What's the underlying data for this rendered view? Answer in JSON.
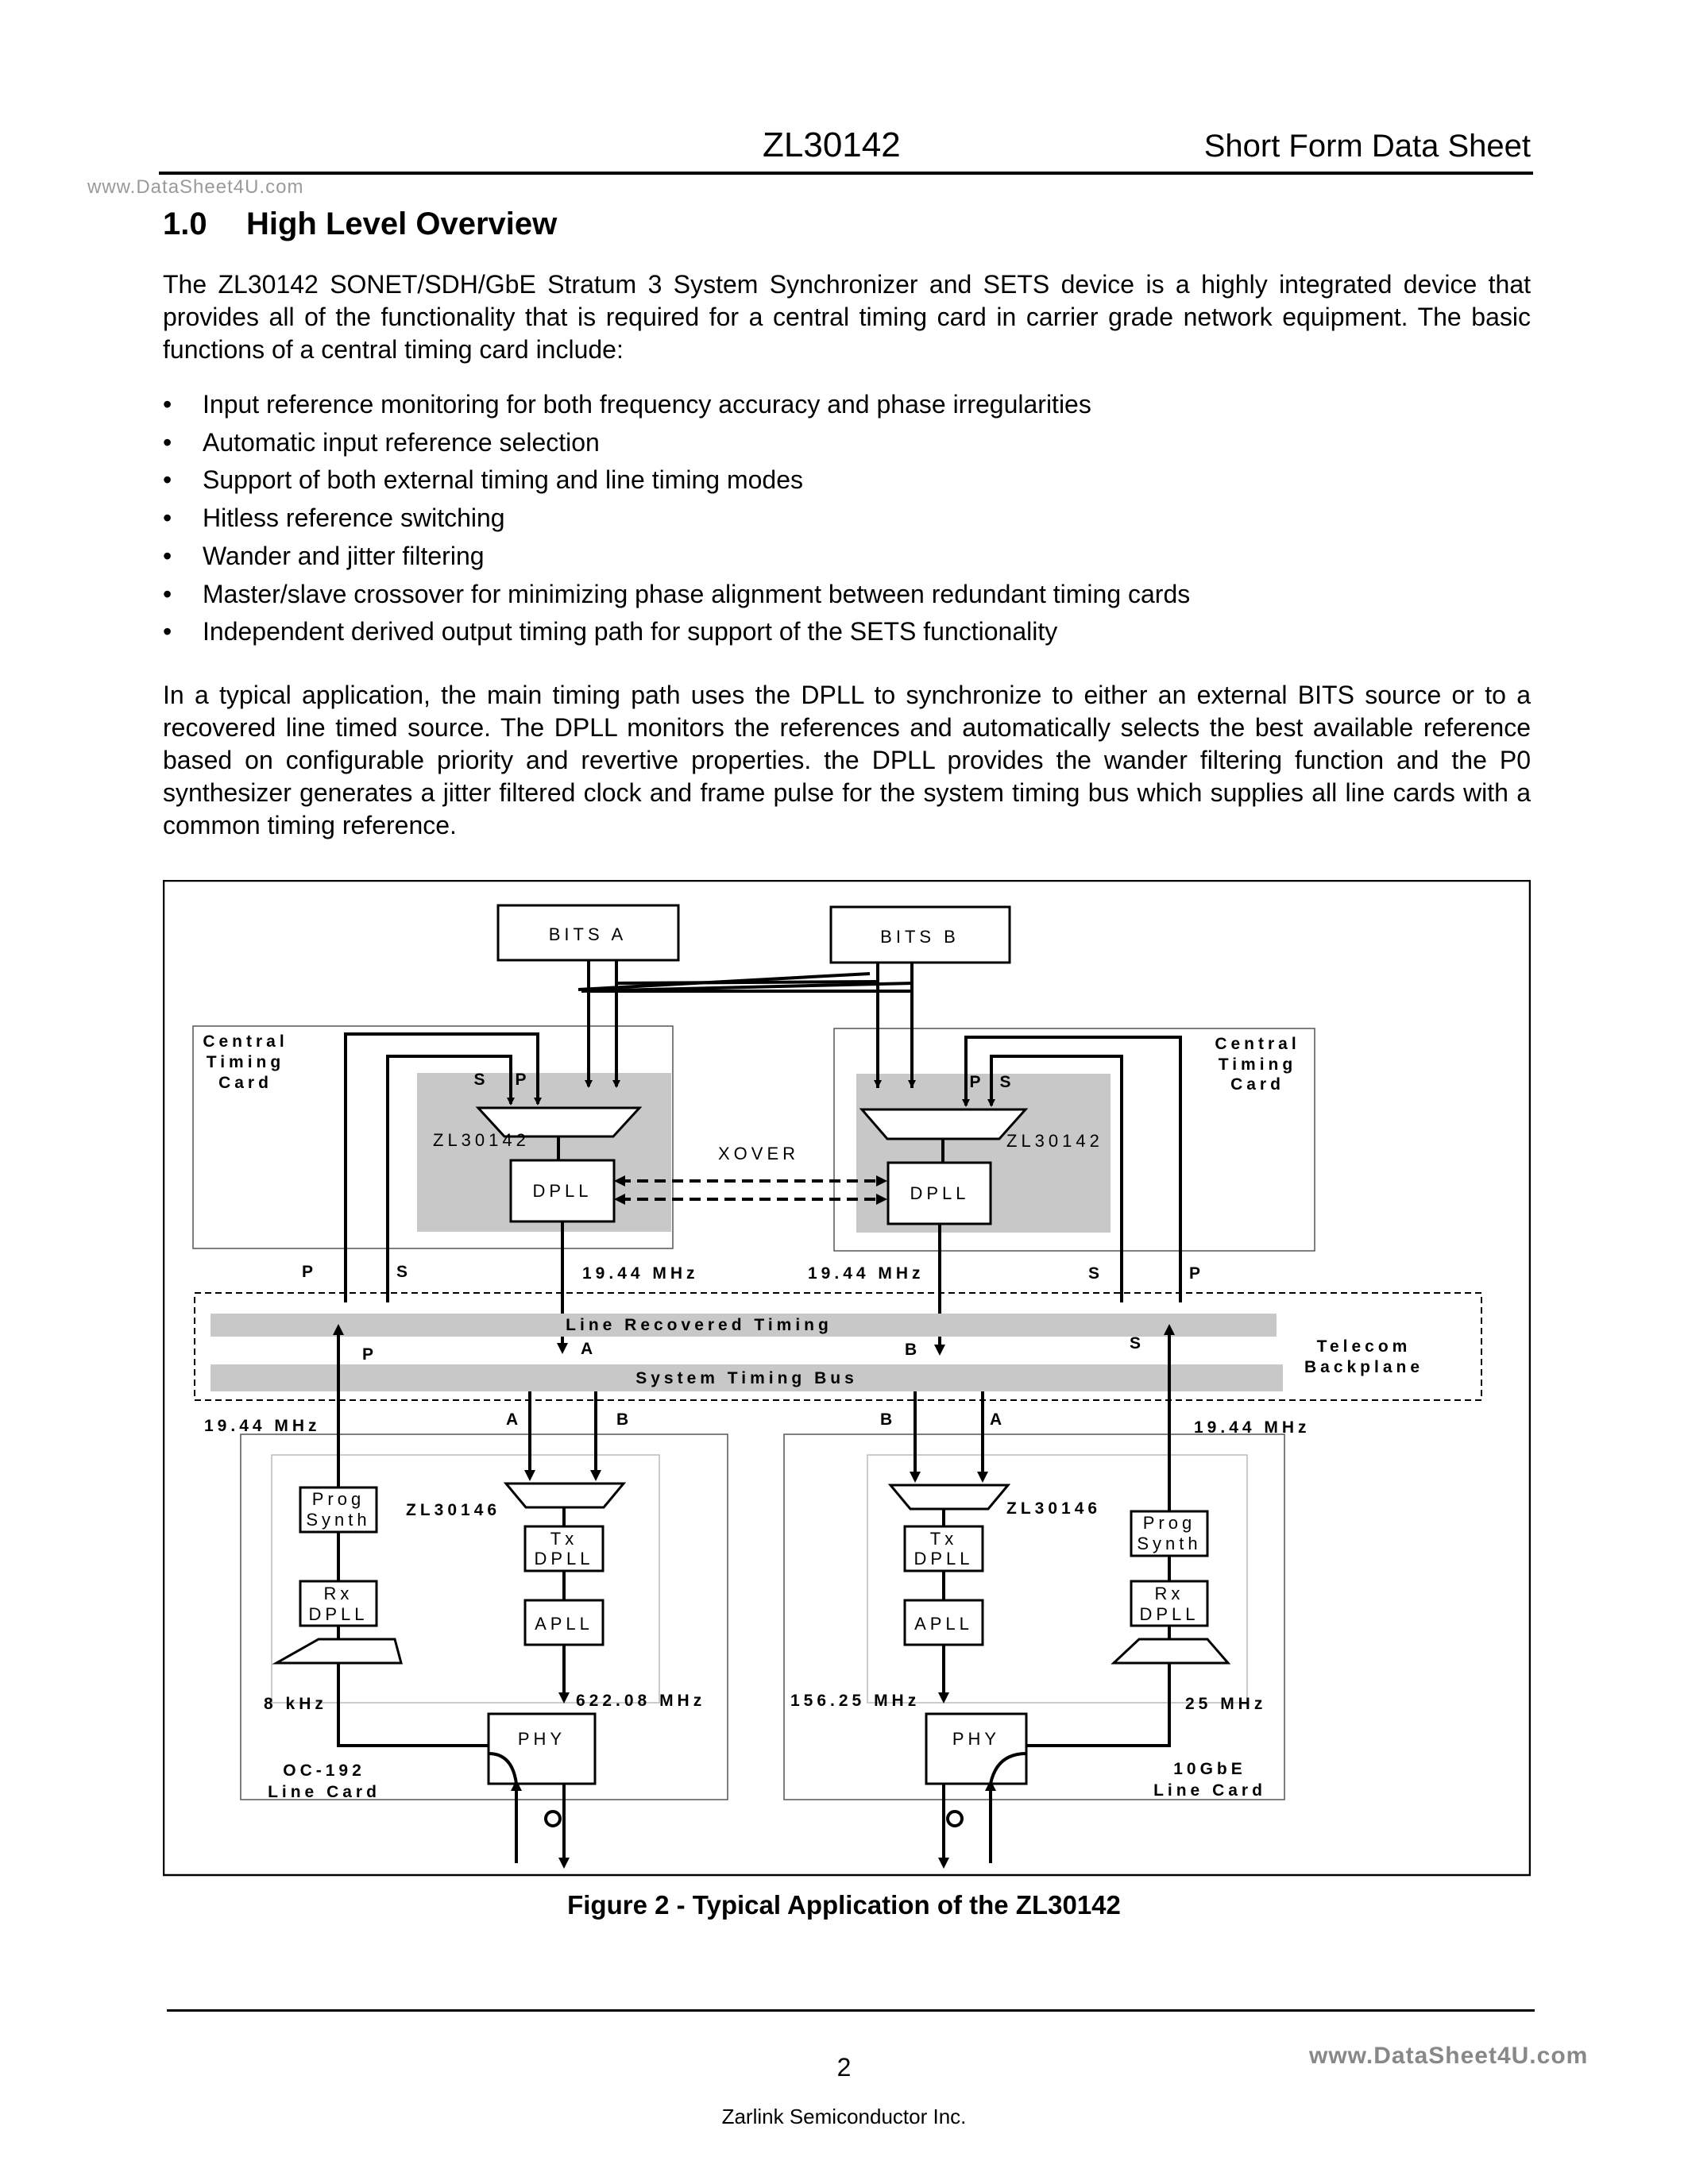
{
  "header": {
    "part_number": "ZL30142",
    "doc_type": "Short Form Data Sheet",
    "watermark": "www.DataSheet4U.com"
  },
  "section": {
    "number": "1.0",
    "title": "High Level Overview"
  },
  "intro": "The ZL30142 SONET/SDH/GbE Stratum 3 System Synchronizer and SETS device is a highly integrated device that provides all of the functionality that is required for a central timing card in carrier grade network equipment. The basic functions of a central timing card include:",
  "bullets": [
    "Input reference monitoring for both frequency accuracy and phase irregularities",
    "Automatic input reference selection",
    "Support of both external timing and line timing modes",
    "Hitless reference switching",
    "Wander and jitter filtering",
    "Master/slave crossover for minimizing phase alignment between redundant timing cards",
    "Independent derived output timing path for support of the SETS functionality"
  ],
  "bullet_symbol": "•",
  "application": "In a typical application, the main timing path uses the DPLL to synchronize to either an external BITS source or to a recovered line timed source. The DPLL monitors the references and automatically selects the best available reference based on configurable priority and revertive properties. the DPLL provides the wander filtering function and the P0 synthesizer generates a jitter filtered clock and frame pulse for the system timing bus which supplies all line cards with a common timing reference.",
  "diagram": {
    "bits_a": "BITS A",
    "bits_b": "BITS B",
    "central_timing_card_left": [
      "Central",
      "Timing",
      "Card"
    ],
    "central_timing_card_right": [
      "Central",
      "Timing",
      "Card"
    ],
    "chip_central": "ZL30142",
    "chip_line": "ZL30146",
    "dpll": "DPLL",
    "xover": "XOVER",
    "tx_dpll": [
      "Tx",
      "DPLL"
    ],
    "rx_dpll": [
      "Rx",
      "DPLL"
    ],
    "prog_synth": [
      "Prog",
      "Synth"
    ],
    "apll": "APLL",
    "phy": "PHY",
    "line_recovered_timing": "Line Recovered Timing",
    "system_timing_bus": "System Timing Bus",
    "telecom_backplane": [
      "Telecom",
      "Backplane"
    ],
    "freq_1944": "19.44 MHz",
    "freq_8k": "8 kHz",
    "freq_62208": "622.08 MHz",
    "freq_15625": "156.25 MHz",
    "freq_25": "25 MHz",
    "oc192_card": [
      "OC-192",
      "Line Card"
    ],
    "gbe_card": [
      "10GbE",
      "Line Card"
    ],
    "letter_p": "P",
    "letter_s": "S",
    "letter_a": "A",
    "letter_b": "B"
  },
  "caption": "Figure 2 - Typical Application of the ZL30142",
  "footer": {
    "page": "2",
    "company": "Zarlink Semiconductor Inc.",
    "watermark": "www.DataSheet4U.com"
  }
}
